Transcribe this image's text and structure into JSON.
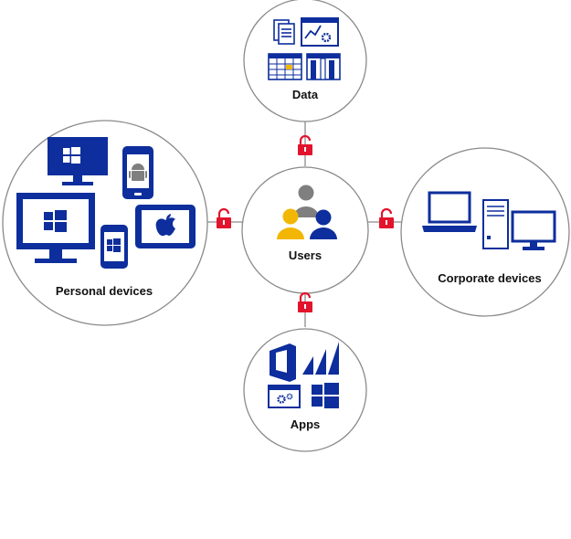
{
  "nodes": {
    "center": {
      "label": "Users"
    },
    "top": {
      "label": "Data"
    },
    "left": {
      "label": "Personal devices"
    },
    "right": {
      "label": "Corporate devices"
    },
    "bottom": {
      "label": "Apps"
    }
  },
  "colors": {
    "icon_blue": "#0d2e9c",
    "lock_red": "#e2142d",
    "circle_stroke": "#8a8a8a",
    "user_gray": "#7f7f7f",
    "user_yellow": "#f2b705",
    "connector": "#8a8a8a"
  },
  "icons": [
    "document-icon",
    "chart-window-icon",
    "calendar-grid-icon",
    "bar-grid-icon",
    "desktop-windows-icon",
    "phone-android-icon",
    "monitor-windows-icon",
    "phone-windows-icon",
    "tablet-apple-icon",
    "laptop-icon",
    "tower-icon",
    "monitor-icon",
    "office-icon",
    "dynamics-icon",
    "app-settings-window-icon",
    "windows-logo-icon",
    "users-group-icon",
    "lock-icon"
  ]
}
